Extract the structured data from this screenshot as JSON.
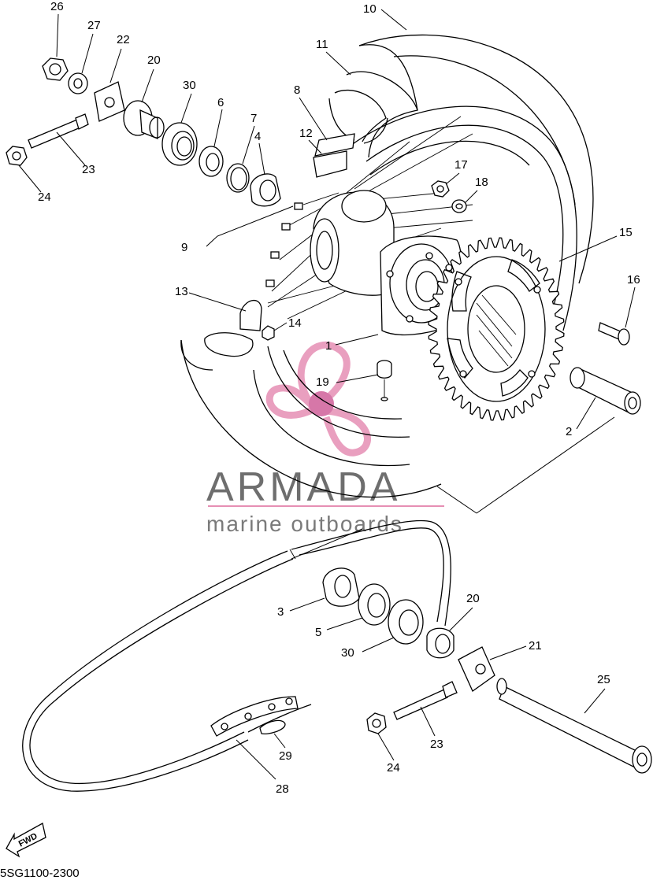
{
  "watermark": {
    "title": "ARMADA",
    "subtitle": "marine outboards",
    "logo_color": "#e68fb4",
    "logo_dark": "#d0609a",
    "text_color": "#6e6e6e"
  },
  "drawing_code": "5SG1100-2300",
  "fwd_label": "FWD",
  "callouts": [
    "1",
    "2",
    "3",
    "4",
    "5",
    "6",
    "7",
    "8",
    "9",
    "10",
    "11",
    "12",
    "13",
    "14",
    "15",
    "16",
    "17",
    "18",
    "19",
    "20",
    "20",
    "21",
    "22",
    "23",
    "23",
    "24",
    "24",
    "25",
    "26",
    "27",
    "28",
    "29",
    "30",
    "30"
  ]
}
